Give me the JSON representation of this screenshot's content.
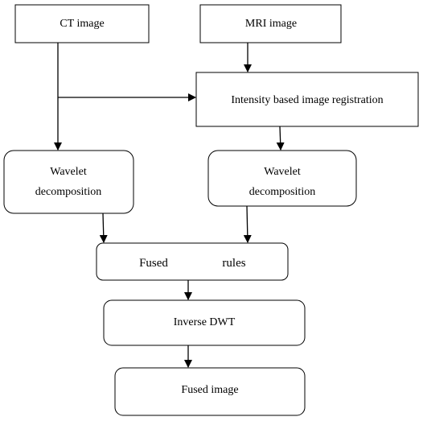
{
  "colors": {
    "stroke": "#000000",
    "fill": "#ffffff",
    "text": "#000000"
  },
  "nodes": {
    "ct": {
      "label": "CT image"
    },
    "mri": {
      "label": "MRI image"
    },
    "registration": {
      "label": "Intensity based image registration"
    },
    "wavelet_left": {
      "line1": "Wavelet",
      "line2": "decomposition"
    },
    "wavelet_right": {
      "line1": "Wavelet",
      "line2": "decomposition"
    },
    "fused_rules": {
      "word1": "Fused",
      "word2": "rules"
    },
    "inverse_dwt": {
      "label": "Inverse DWT"
    },
    "fused_image": {
      "label": "Fused image"
    }
  }
}
